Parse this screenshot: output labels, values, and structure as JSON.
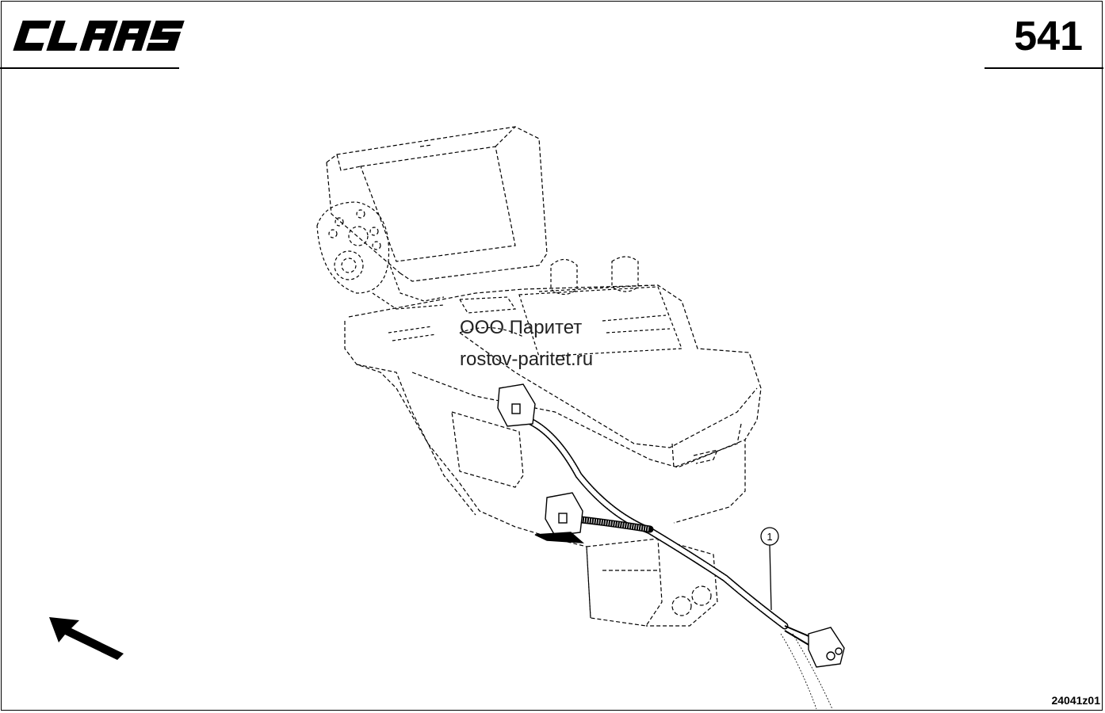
{
  "header": {
    "brand_logo_text": "CLAAS",
    "page_number": "541"
  },
  "drawing": {
    "callouts": [
      {
        "label": "1"
      }
    ],
    "drawing_code": "24041z01"
  },
  "watermark": {
    "line1": "ООО Паритет",
    "line2": "rostov-paritet.ru"
  },
  "icons": {
    "direction": "direction-arrow-icon"
  }
}
